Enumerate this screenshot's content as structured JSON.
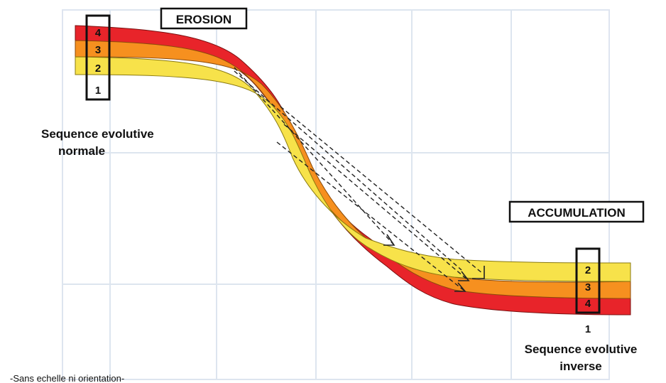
{
  "labels": {
    "erosion": "EROSION",
    "accumulation": "ACCUMULATION",
    "normal_line1": "Sequence evolutive",
    "normal_line2": "normale",
    "inverse_line1": "Sequence evolutive",
    "inverse_line2": "inverse",
    "footnote": "-Sans echelle ni orientation-"
  },
  "left_column": [
    "4",
    "3",
    "2",
    "1"
  ],
  "right_column": [
    "2",
    "3",
    "4",
    "1"
  ],
  "colors": {
    "layer4": "#e8242a",
    "layer3": "#f6901f",
    "layer2": "#f7e24a",
    "background": "#ffffff",
    "faint_grid": "#c8d4e6"
  }
}
